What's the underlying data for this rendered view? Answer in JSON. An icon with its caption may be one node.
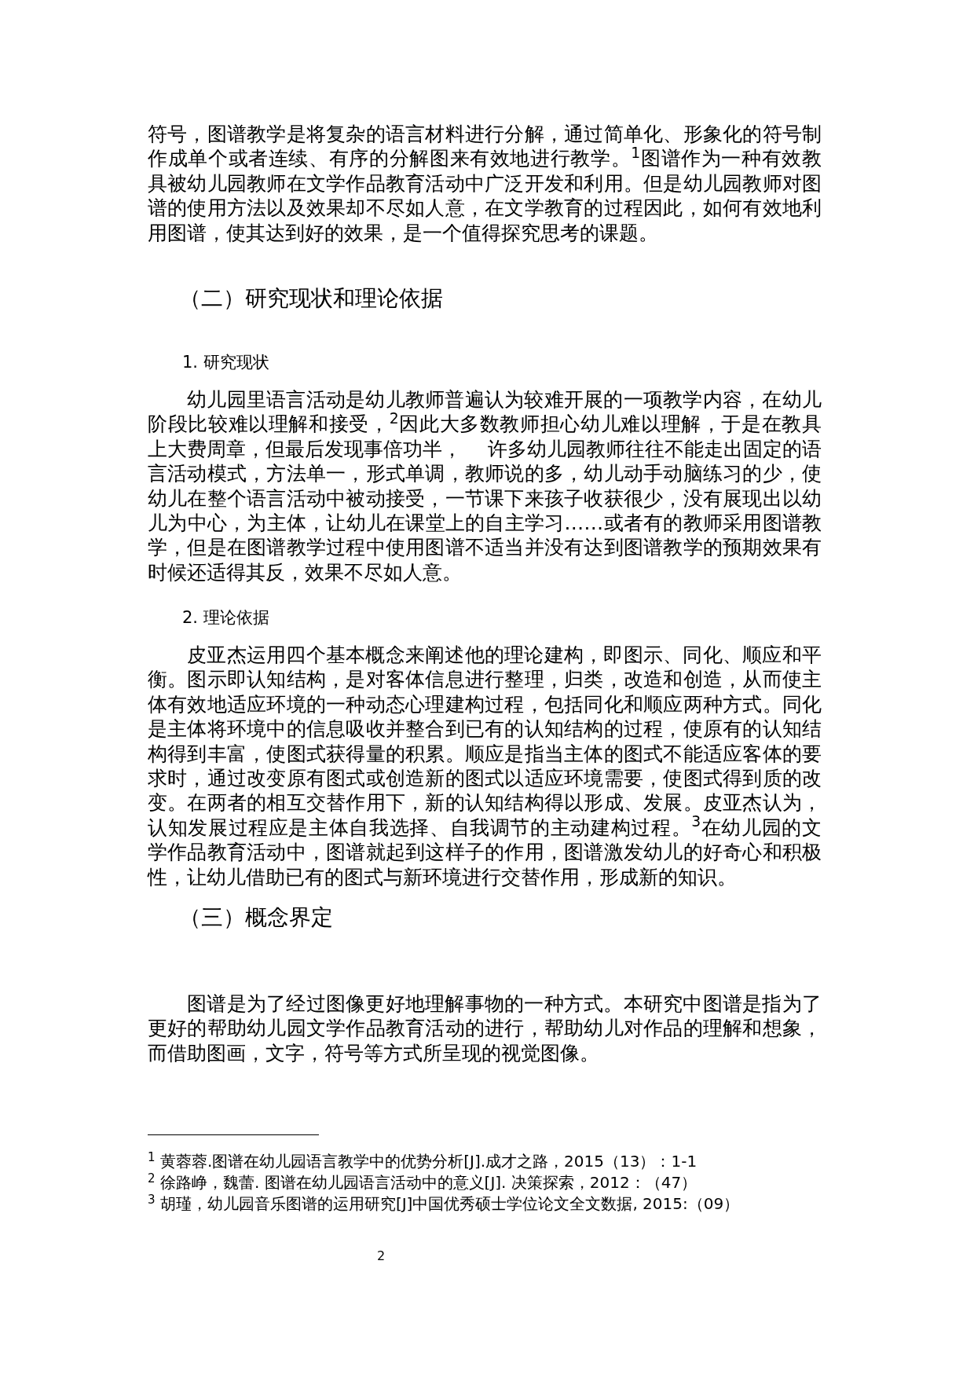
{
  "diagram": {
    "labels": [
      "符号，图谱教学是将复杂的语言材料进行分解，通过简单化、形象化的符号制作成单个或者连续、有序的分解图来有效地进行教学。$^{1}$图谱作为一种有效教具被幼儿园教师在文学作品教育活动中广泛开发和利用。但是幼儿园教师对图谱的使用方法以及效果却不尽如人意，在文学教育的过程因此，如何有效地利用图谱，使其达到好的效果，是一个值得探究思考的课题。",
      "（二）研究现状和理论依据",
      "1. 研究现状",
      "幼儿园里语言活动是幼儿教师普遍认为较难开展的一项教学内容，在幼儿阶段比较难以理解和接受，$^{2}$因此大多数教师担心幼儿难以理解，于是在教具上大费周章，但最后发现事倍功半，　 许多幼儿园教师往往不能走出固定的语言活动模式，方法单一，形式单调，教师说的多，幼儿动手动脑练习的少，使幼儿在整个语言活动中被动接受，一节课下来孩子收获很少，没有展现出以幼儿为中心，为主体，让幼儿在课堂上的自主学习……或者有的教师采用图谱教学，但是在图谱教学过程中使用图谱不适当并没有达到图谱教学的预期效果有时候还适得其反，效果不尽如人意。",
      "2. 理论依据",
      "皮亚杰运用四个基本概念来阐述他的理论建构，即图示、同化、顺应和平衡。图示即认知结构，是对客体信息进行整理，归类，改造和创造，从而使主体有效地适应环境的一种动态心理建构过程，包括同化和顺应两种方式。同化是主体将环境中的信息吸收并整合到已有的认知结构的过程，使原有的认知结构得到丰富，使图式获得量的积累。顺应是指当主体的图式不能适应客体的要求时，通过改变原有图式或创造新的图式以适应环境需要，使图式得到质的改变。在两者的相互交替作用下，新的认知结构得以形成、发展。皮亚杰认为，认知发展过程应是主体自我选择、自我调节的主动建构过程。$^{3}$在幼儿园的文学作品教育活动中，图谱就起到这样子的作用，图谱激发幼儿的好奇心和积极性，让幼儿借助已有的图式与新环境进行交替作用，形成新的知识。",
      "（三）概念界定",
      "图谱是为了经过图像更好地理解事物的一种方式。本研究中图谱是指为了更好的帮助幼儿园文学作品教育活动的进行，帮助幼儿对作品的理解和想象，而借助图画，文字，符号等方式所呈现的视觉图像。",
      "$^{1}$ 黄蓉蓉.图谱在幼儿园语言教学中的优势分析[J].成才之路，2015（13）：1-1",
      "$^{2}$ 徐路峥，魏蕾. 图谱在幼儿园语言活动中的意义[J]. 决策探索，2012：（47）",
      "$^{3}$ 胡瑾，幼儿园音乐图谱的运用研究[J]中国优秀硕士学位论文全文数据, 2015:（09）",
      "2"
    ]
  }
}
